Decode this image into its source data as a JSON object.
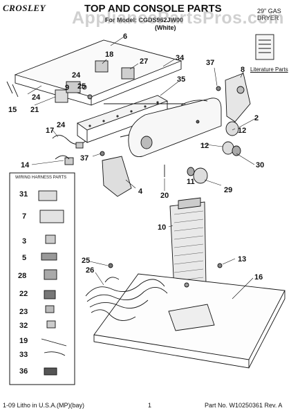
{
  "header": {
    "brand": "CROSLEY",
    "title": "TOP AND CONSOLE PARTS",
    "subtitle": "29\" GAS DRYER",
    "model": "For Model: CGDS962JW00",
    "color": "(White)"
  },
  "watermark": "AppliancePartsPros.com",
  "literature_label": "Literature Parts",
  "harness_box_title": "WIRING HARNESS PARTS",
  "callouts": {
    "c6": "6",
    "c18": "18",
    "c27": "27",
    "c34": "34",
    "c35": "35",
    "c37a": "37",
    "c8": "8",
    "c25a": "25",
    "c24a": "24",
    "c9": "9",
    "c24b": "24",
    "c15": "15",
    "c21": "21",
    "c17": "17",
    "c24c": "24",
    "c14": "14",
    "c37b": "37",
    "c4": "4",
    "c2": "2",
    "c12a": "12",
    "c12b": "12",
    "c11": "11",
    "c30": "30",
    "c20": "20",
    "c29": "29",
    "c10": "10",
    "c13": "13",
    "c16": "16",
    "c25b": "25",
    "c26": "26",
    "h31": "31",
    "h7": "7",
    "h3": "3",
    "h5": "5",
    "h28": "28",
    "h22": "22",
    "h23": "23",
    "h32": "32",
    "h19": "19",
    "h33": "33",
    "h36": "36"
  },
  "footer": {
    "left": "1-09 Litho in U.S.A.(MP)(bay)",
    "center": "1",
    "right": "Part No. W10250361 Rev. A"
  }
}
